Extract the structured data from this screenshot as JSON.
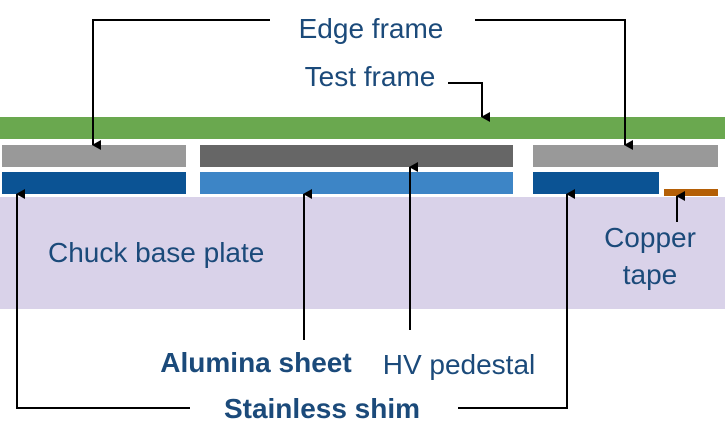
{
  "labels": {
    "edge_frame": "Edge frame",
    "test_frame": "Test frame",
    "chuck_base_plate": "Chuck base plate",
    "copper_line1": "Copper",
    "copper_line2": "tape",
    "alumina_sheet": "Alumina sheet",
    "hv_pedestal": "HV pedestal",
    "stainless_shim": "Stainless shim"
  },
  "colors": {
    "text": "#1b4a7a",
    "test_frame": "#6aa84f",
    "edge_frame": "#999999",
    "hv_pedestal": "#666666",
    "stainless_shim": "#0b5394",
    "alumina_sheet": "#3d85c6",
    "chuck_base": "#d9d2e9",
    "copper": "#b45f06",
    "line": "#000000"
  }
}
